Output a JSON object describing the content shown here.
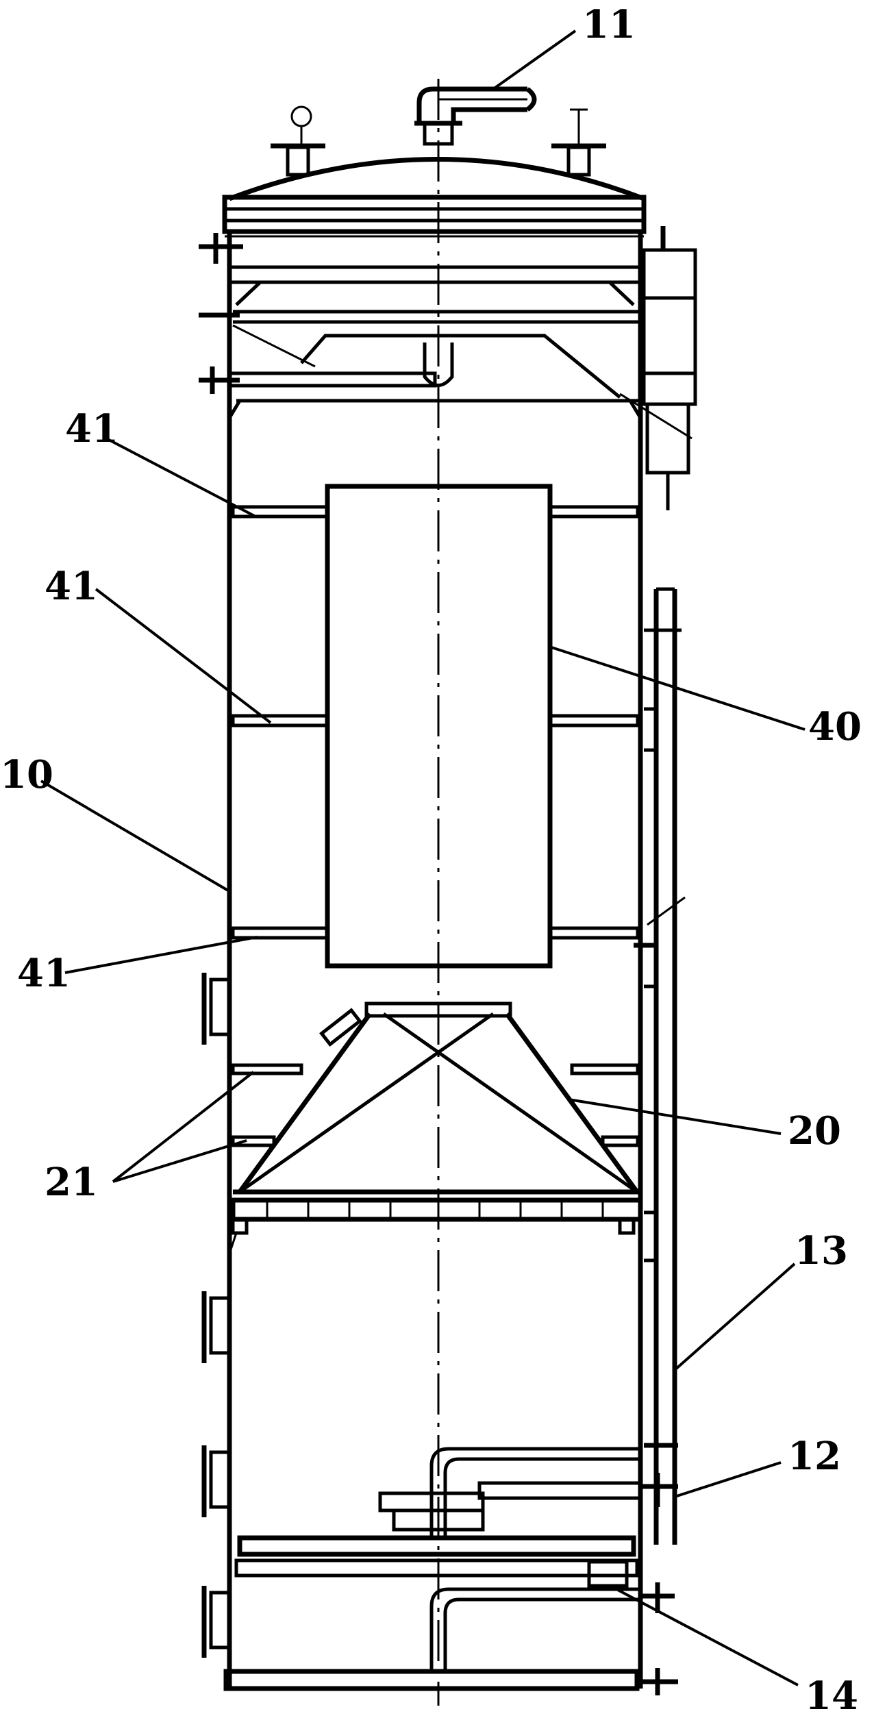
{
  "labels": {
    "l11": "11",
    "l41a": "41",
    "l41b": "41",
    "l41c": "41",
    "l40": "40",
    "l10": "10",
    "l20": "20",
    "l21": "21",
    "l13": "13",
    "l12": "12",
    "l14": "14"
  }
}
